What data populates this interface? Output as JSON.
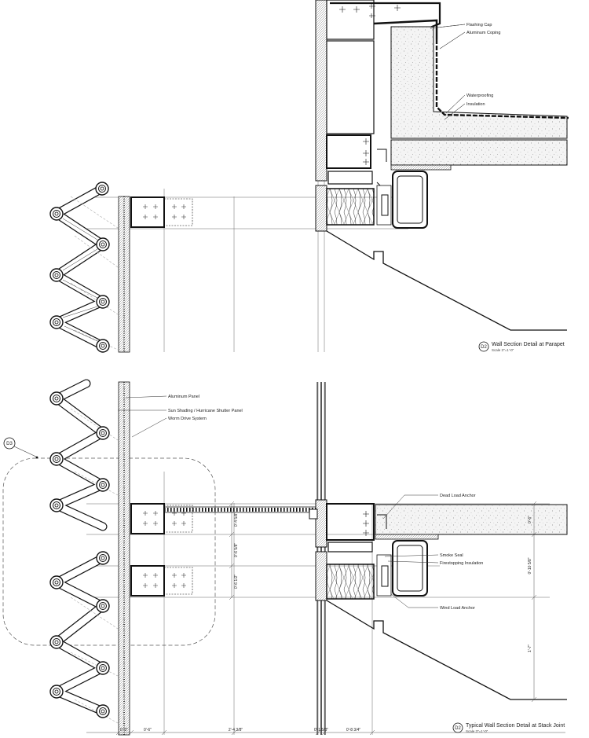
{
  "detail_top": {
    "tag": "D2",
    "title": "Wall Section Detail at Parapet",
    "scale": "Scale 3\"=1'-0\"",
    "labels": [
      "Flashing Cap",
      "Aluminum Coping",
      "Waterproofing",
      "Insulation"
    ]
  },
  "detail_bottom": {
    "tag": "D2",
    "title": "Typical Wall Section Detail at Stack Joint",
    "scale": "Scale 3\"=1'-0\"",
    "labels_left": [
      "Aluminum Panel",
      "Sun Shading / Hurricane Shutter Panel",
      "Worm Drive System"
    ],
    "labels_right": [
      "Dead Load Anchor",
      "Smoke Seal",
      "Firestopping Insulation",
      "Wind Load Anchor"
    ],
    "callout_tag": "D3",
    "vertical_dims": [
      "0'-4 5/8\"",
      "0'-6 5/8\"",
      "0'-6 1/2\""
    ],
    "right_dims": [
      "0'-6\"",
      "0'-10 5/8\"",
      "1'-7\""
    ],
    "bottom_dims": [
      "0'-3\"",
      "0'-6\"",
      "2'-4 3/8\"",
      "0'-1 5/8\"",
      "0'-8 3/4\""
    ]
  },
  "colors": {
    "line": "#111111",
    "light": "#9a9a9a",
    "concrete_fill": "#f3f3f3"
  }
}
